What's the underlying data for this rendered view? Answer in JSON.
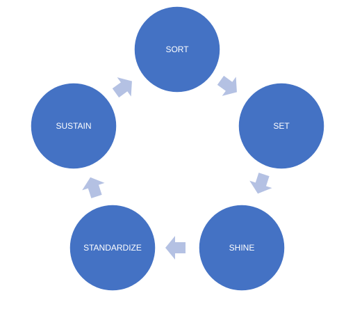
{
  "diagram": {
    "type": "cycle",
    "colors": {
      "node_fill": "#4472c4",
      "node_text": "#ffffff",
      "arrow_fill": "#b4c1e3",
      "background": "#ffffff"
    },
    "steps": [
      {
        "label": "SORT"
      },
      {
        "label": "SET"
      },
      {
        "label": "SHINE"
      },
      {
        "label": "STANDARDIZE"
      },
      {
        "label": "SUSTAIN"
      }
    ],
    "connectors": [
      {
        "from": "SORT",
        "to": "SET"
      },
      {
        "from": "SET",
        "to": "SHINE"
      },
      {
        "from": "SHINE",
        "to": "STANDARDIZE"
      },
      {
        "from": "STANDARDIZE",
        "to": "SUSTAIN"
      },
      {
        "from": "SUSTAIN",
        "to": "SORT"
      }
    ]
  }
}
